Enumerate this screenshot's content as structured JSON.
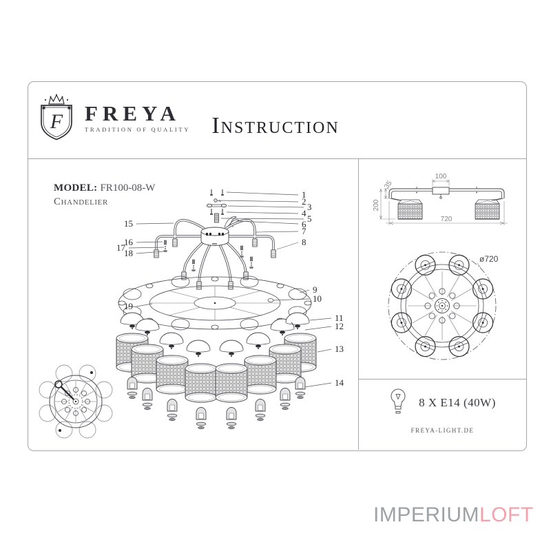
{
  "header": {
    "brand": "FREYA",
    "tagline": "TRADITION OF QUALITY",
    "monogram": "F",
    "title": "Instruction"
  },
  "product": {
    "model_label": "MODEL:",
    "model_number": "FR100-08-W",
    "type": "Chandelier"
  },
  "exploded": {
    "part_labels": [
      "1",
      "2",
      "3",
      "4",
      "5",
      "6",
      "7",
      "8",
      "9",
      "10",
      "11",
      "12",
      "13",
      "14",
      "15",
      "16",
      "17",
      "18",
      "19"
    ]
  },
  "side_view": {
    "dim_top_width": "100",
    "dim_drop": "35",
    "dim_height": "200",
    "dim_total_width": "720"
  },
  "top_view": {
    "dim_diameter": "ø720"
  },
  "specs": {
    "lamps": "8 X E14 (40W)",
    "website": "FREYA-LIGHT.DE"
  },
  "watermark": {
    "gray_text": "IMPERIUM",
    "pink_text": "LOFT"
  },
  "colors": {
    "line_art": "#46464c",
    "dim_text": "#85858a",
    "frame_border": "#a6a6aa",
    "watermark_gray": "#9EA2A6",
    "watermark_pink": "#F2A2AB"
  }
}
